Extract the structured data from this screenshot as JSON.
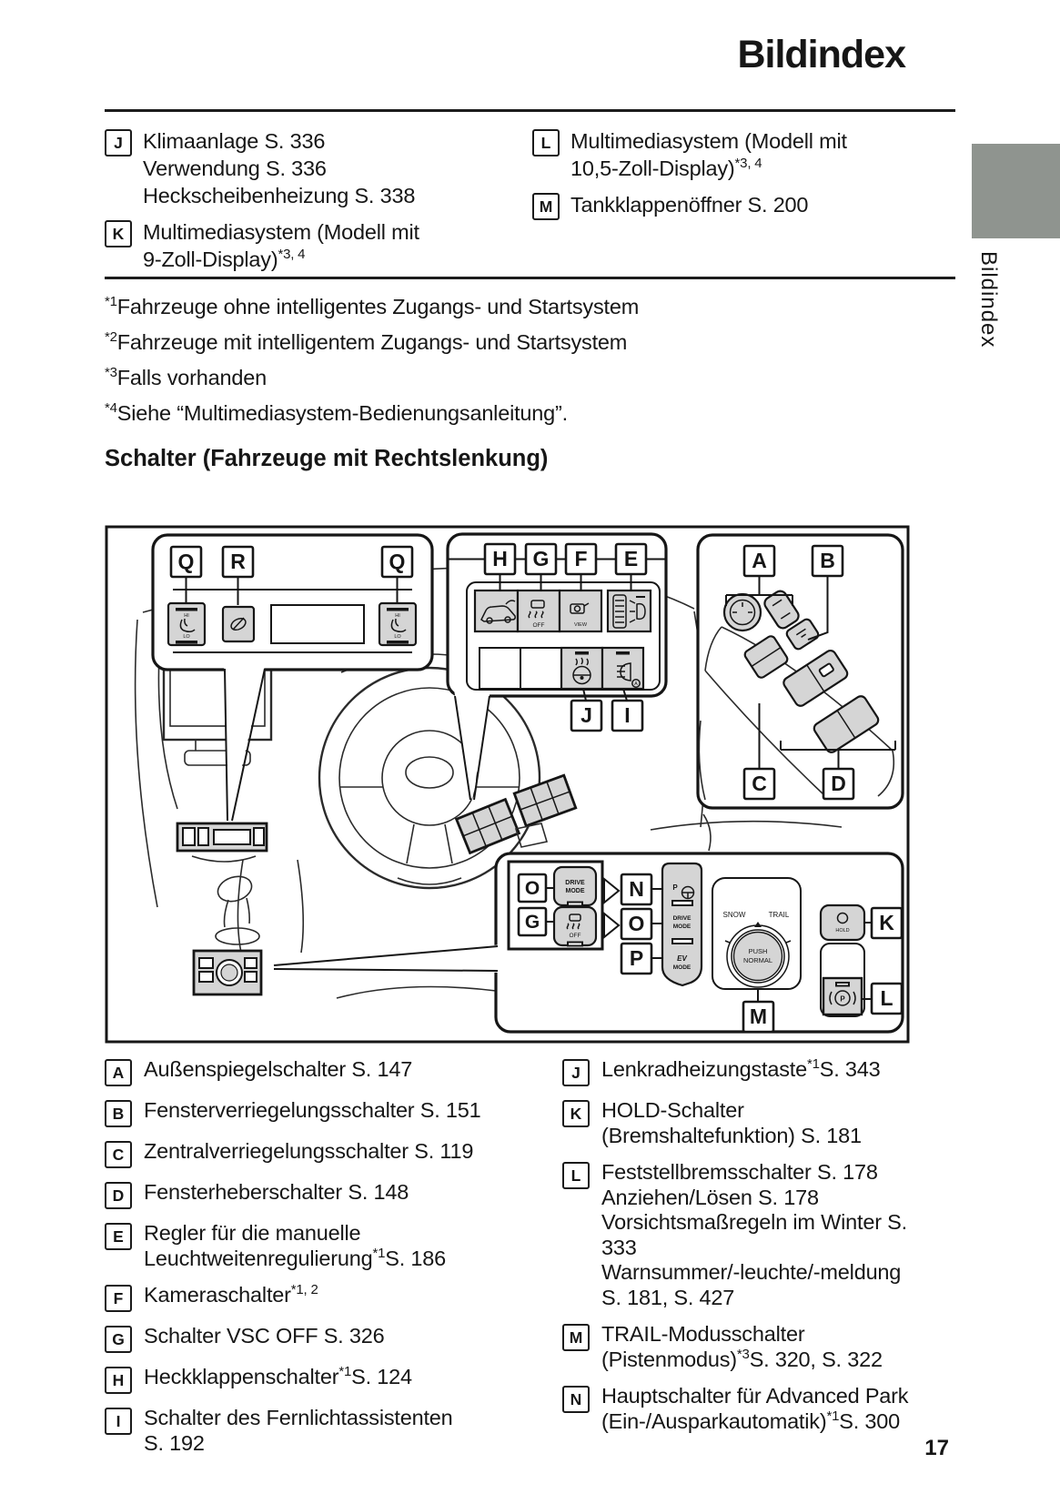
{
  "page": {
    "title": "Bildindex",
    "page_number": "17",
    "side_tab_label": "Bildindex",
    "colors": {
      "tab_gray": "#8f948f",
      "button_gray": "#d5d5d5",
      "ink": "#161616"
    }
  },
  "index_top": {
    "left": [
      {
        "key": "J",
        "lines": [
          [
            {
              "t": "Klimaanlage S. 336"
            }
          ],
          [
            {
              "t": "Verwendung S. 336"
            }
          ],
          [
            {
              "t": "Heckscheibenheizung S. 338"
            }
          ]
        ]
      },
      {
        "key": "K",
        "lines": [
          [
            {
              "t": "Multimediasystem (Modell mit"
            }
          ],
          [
            {
              "t": "9-Zoll-Display)"
            },
            {
              "s": "*3, 4"
            }
          ]
        ]
      }
    ],
    "right": [
      {
        "key": "L",
        "lines": [
          [
            {
              "t": "Multimediasystem (Modell mit"
            }
          ],
          [
            {
              "t": "10,5-Zoll-Display)"
            },
            {
              "s": "*3, 4"
            }
          ]
        ]
      },
      {
        "key": "M",
        "lines": [
          [
            {
              "t": "Tankklappenöffner S. 200"
            }
          ]
        ]
      }
    ]
  },
  "footnotes": [
    {
      "marker": "*1",
      "text": "Fahrzeuge ohne intelligentes Zugangs- und Startsystem"
    },
    {
      "marker": "*2",
      "text": "Fahrzeuge mit intelligentem Zugangs- und Startsystem"
    },
    {
      "marker": "*3",
      "text": "Falls vorhanden"
    },
    {
      "marker": "*4",
      "text": "Siehe “Multimediasystem-Bedienungsanleitung”."
    }
  ],
  "section_heading": "Schalter (Fahrzeuge mit Rechtslenkung)",
  "diagram": {
    "labels": {
      "q1": "Q",
      "r": "R",
      "q2": "Q",
      "h": "H",
      "g": "G",
      "f": "F",
      "e": "E",
      "j": "J",
      "i": "I",
      "a": "A",
      "b": "B",
      "c": "C",
      "d": "D",
      "o1": "O",
      "g2": "G",
      "n": "N",
      "o2": "O",
      "p": "P",
      "m": "M",
      "k": "K",
      "l": "L"
    },
    "buttons": {
      "seat_heater": {
        "hi": "HI",
        "lo": "LO"
      },
      "vsc_off": "OFF",
      "camera_view": "VIEW",
      "drive_mode": [
        "DRIVE",
        "MODE"
      ],
      "ev_mode": [
        "EV",
        "MODE"
      ],
      "park_assist_p": "P",
      "highbeam_a": "A",
      "dial": {
        "left": "SNOW",
        "right": "TRAIL",
        "center": [
          "PUSH",
          "NORMAL"
        ]
      },
      "hold": "HOLD",
      "parking_brake_p": "P"
    }
  },
  "legend_left": [
    {
      "key": "A",
      "lines": [
        [
          {
            "t": "Außenspiegelschalter S. 147"
          }
        ]
      ]
    },
    {
      "key": "B",
      "lines": [
        [
          {
            "t": "Fensterverriegelungsschalter S. 151"
          }
        ]
      ]
    },
    {
      "key": "C",
      "lines": [
        [
          {
            "t": "Zentralverriegelungsschalter S. 119"
          }
        ]
      ]
    },
    {
      "key": "D",
      "lines": [
        [
          {
            "t": "Fensterheberschalter S. 148"
          }
        ]
      ]
    },
    {
      "key": "E",
      "lines": [
        [
          {
            "t": "Regler für die manuelle"
          }
        ],
        [
          {
            "t": "Leuchtweitenregulierung"
          },
          {
            "s": "*1"
          },
          {
            "t": "S. 186"
          }
        ]
      ]
    },
    {
      "key": "F",
      "lines": [
        [
          {
            "t": "Kameraschalter"
          },
          {
            "s": "*1, 2"
          }
        ]
      ]
    },
    {
      "key": "G",
      "lines": [
        [
          {
            "t": "Schalter VSC OFF S. 326"
          }
        ]
      ]
    },
    {
      "key": "H",
      "lines": [
        [
          {
            "t": "Heckklappenschalter"
          },
          {
            "s": "*1"
          },
          {
            "t": "S. 124"
          }
        ]
      ]
    },
    {
      "key": "I",
      "lines": [
        [
          {
            "t": "Schalter des Fernlichtassistenten"
          }
        ],
        [
          {
            "t": "S. 192"
          }
        ]
      ]
    }
  ],
  "legend_right": [
    {
      "key": "J",
      "lines": [
        [
          {
            "t": "Lenkradheizungstaste"
          },
          {
            "s": "*1"
          },
          {
            "t": "S. 343"
          }
        ]
      ]
    },
    {
      "key": "K",
      "lines": [
        [
          {
            "t": "HOLD-Schalter"
          }
        ],
        [
          {
            "t": "(Bremshaltefunktion) S. 181"
          }
        ]
      ]
    },
    {
      "key": "L",
      "lines": [
        [
          {
            "t": "Feststellbremsschalter S. 178"
          }
        ],
        [
          {
            "t": "Anziehen/Lösen S. 178"
          }
        ],
        [
          {
            "t": "Vorsichtsmaßregeln im Winter S. 333"
          }
        ],
        [
          {
            "t": "Warnsummer/-leuchte/-meldung"
          }
        ],
        [
          {
            "t": "S. 181, S. 427"
          }
        ]
      ]
    },
    {
      "key": "M",
      "lines": [
        [
          {
            "t": "TRAIL-Modusschalter"
          }
        ],
        [
          {
            "t": "(Pistenmodus)"
          },
          {
            "s": "*3"
          },
          {
            "t": "S. 320, S. 322"
          }
        ]
      ]
    },
    {
      "key": "N",
      "lines": [
        [
          {
            "t": "Hauptschalter für Advanced Park"
          }
        ],
        [
          {
            "t": "(Ein-/Ausparkautomatik)"
          },
          {
            "s": "*1"
          },
          {
            "t": "S. 300"
          }
        ]
      ]
    }
  ]
}
